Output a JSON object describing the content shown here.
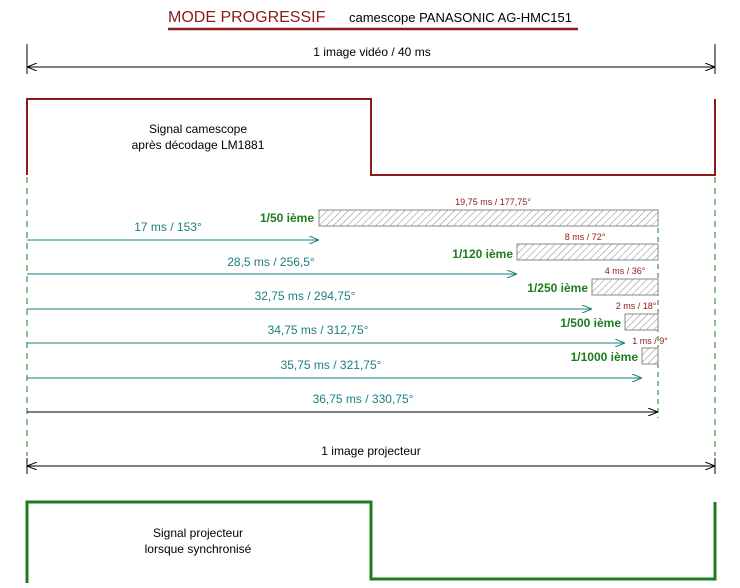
{
  "title": {
    "main": "MODE PROGRESSIF",
    "sub": "camescope PANASONIC AG-HMC151"
  },
  "frame_video": {
    "label": "1 image vidéo / 40 ms"
  },
  "signal_camescope": {
    "line1": "Signal camescope",
    "line2": "après décodage LM1881"
  },
  "exposures": [
    {
      "delay_label": "17 ms / 153°",
      "speed_label": "1/50 ième",
      "hatch_label": "19,75 ms / 177,75°"
    },
    {
      "delay_label": "28,5 ms / 256,5°",
      "speed_label": "1/120 ième",
      "hatch_label": "8 ms / 72°"
    },
    {
      "delay_label": "32,75 ms / 294,75°",
      "speed_label": "1/250 ième",
      "hatch_label": "4 ms / 36°"
    },
    {
      "delay_label": "34,75 ms / 312,75°",
      "speed_label": "1/500 ième",
      "hatch_label": "2 ms / 18°"
    },
    {
      "delay_label": "35,75 ms / 321,75°",
      "speed_label": "1/1000 ième",
      "hatch_label": "1 ms / 9°"
    },
    {
      "delay_label": "36,75 ms / 330,75°",
      "speed_label": "",
      "hatch_label": ""
    }
  ],
  "frame_projector": {
    "label": "1 image projecteur"
  },
  "signal_projecteur": {
    "line1": "Signal projecteur",
    "line2": "lorsque synchronisé"
  },
  "colors": {
    "camescope_signal": "#8b1a1a",
    "projector_signal": "#1e7b1e",
    "arrows": "#1a7f7f",
    "speed_labels": "#1e7b1e"
  }
}
